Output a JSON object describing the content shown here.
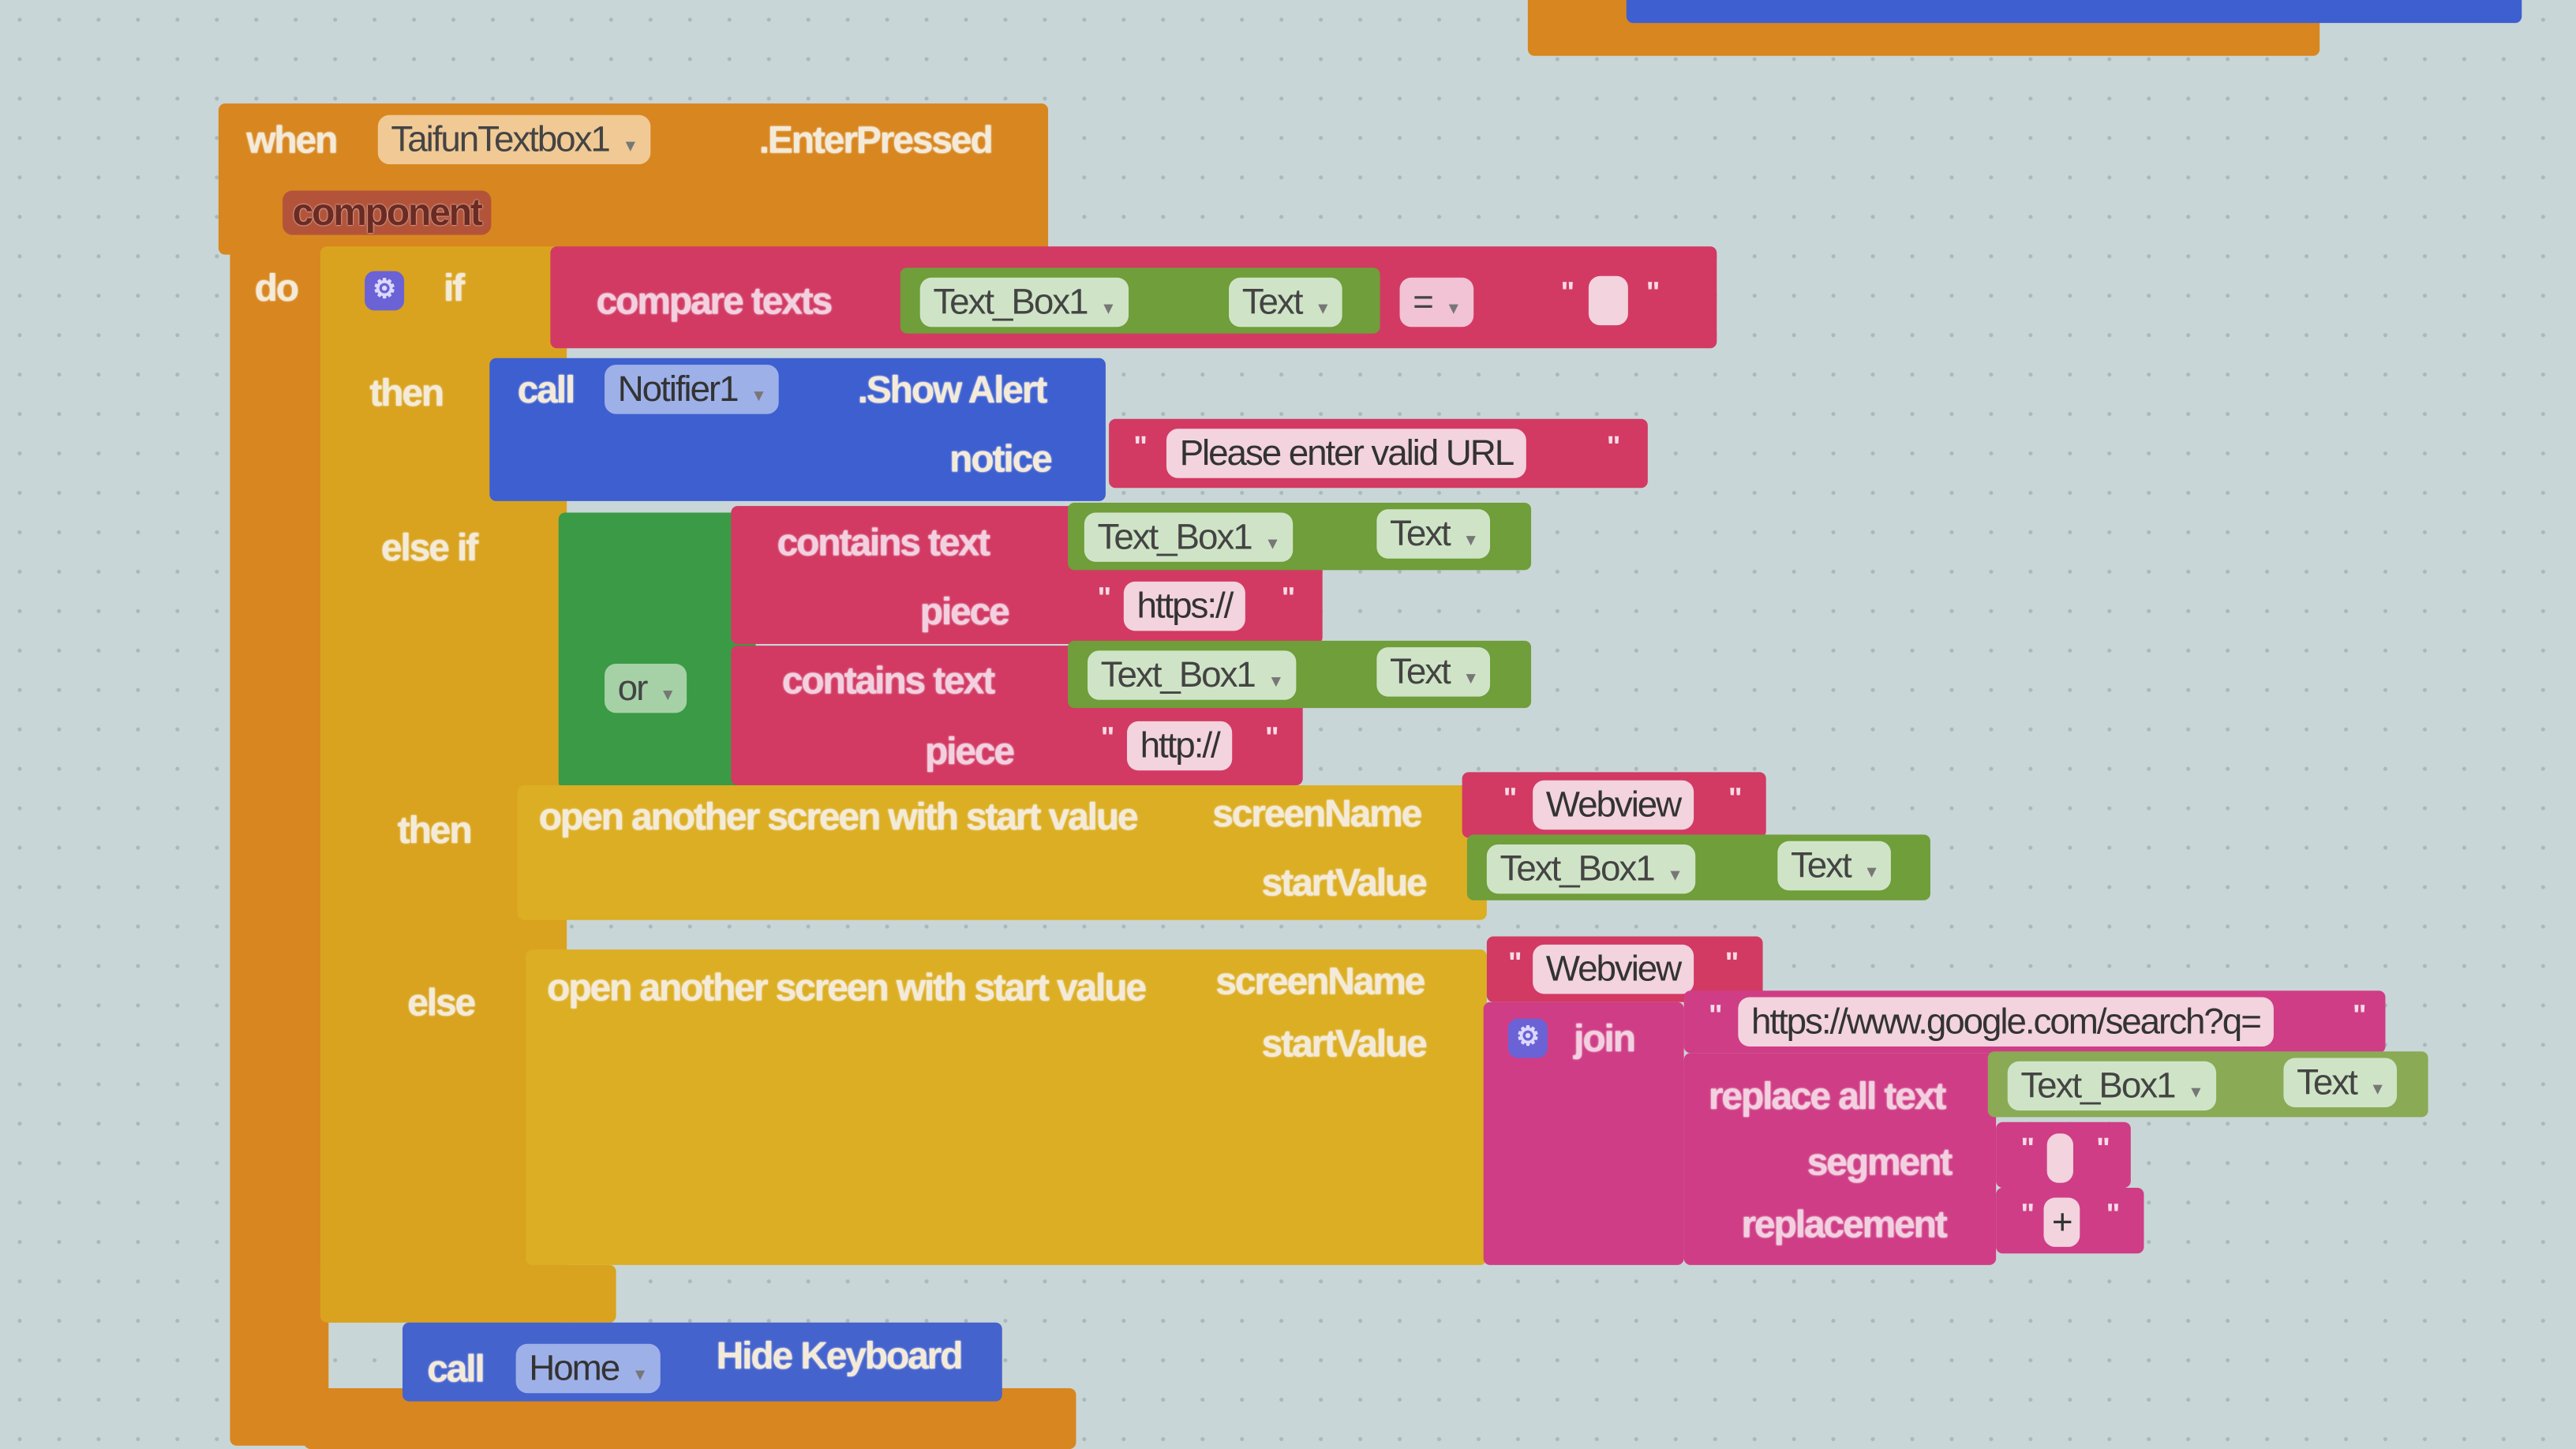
{
  "event": {
    "when": "when",
    "component_dropdown": "TaifunTextbox1",
    "event_name": ".EnterPressed",
    "param": "component",
    "do": "do"
  },
  "if_block": {
    "if": "if",
    "then": "then",
    "else_if": "else if",
    "then2": "then",
    "else": "else",
    "gear": "⚙"
  },
  "compare": {
    "label": "compare texts",
    "component": "Text_Box1",
    "property": "Text",
    "operator": "=",
    "literal": ""
  },
  "alert": {
    "call": "call",
    "component": "Notifier1",
    "method": ".Show Alert",
    "param": "notice",
    "message": "Please enter valid URL"
  },
  "or_block": {
    "op": "or"
  },
  "contains1": {
    "label": "contains text",
    "component": "Text_Box1",
    "property": "Text",
    "piece_label": "piece",
    "piece": "https://"
  },
  "contains2": {
    "label": "contains text",
    "component": "Text_Box1",
    "property": "Text",
    "piece_label": "piece",
    "piece": "http://"
  },
  "open1": {
    "label": "open another screen with start value",
    "screen_label": "screenName",
    "screen": "Webview",
    "start_label": "startValue",
    "component": "Text_Box1",
    "property": "Text"
  },
  "open2": {
    "label": "open another screen with start value",
    "screen_label": "screenName",
    "screen": "Webview",
    "start_label": "startValue"
  },
  "join": {
    "label": "join",
    "url": "https://www.google.com/search?q=",
    "replace_label": "replace all text",
    "component": "Text_Box1",
    "property": "Text",
    "segment_label": "segment",
    "segment": " ",
    "replacement_label": "replacement",
    "replacement": "+"
  },
  "hide": {
    "call": "call",
    "component": "Home",
    "method": "Hide Keyboard"
  },
  "quote": "\"",
  "colors": {
    "event": "#d8861f",
    "control": "#d9a31f",
    "text": "#d23a63",
    "logic": "#3a9a45",
    "component": "#6f9e3a",
    "procedure": "#3d5fd0",
    "background": "#c9d6d7"
  }
}
